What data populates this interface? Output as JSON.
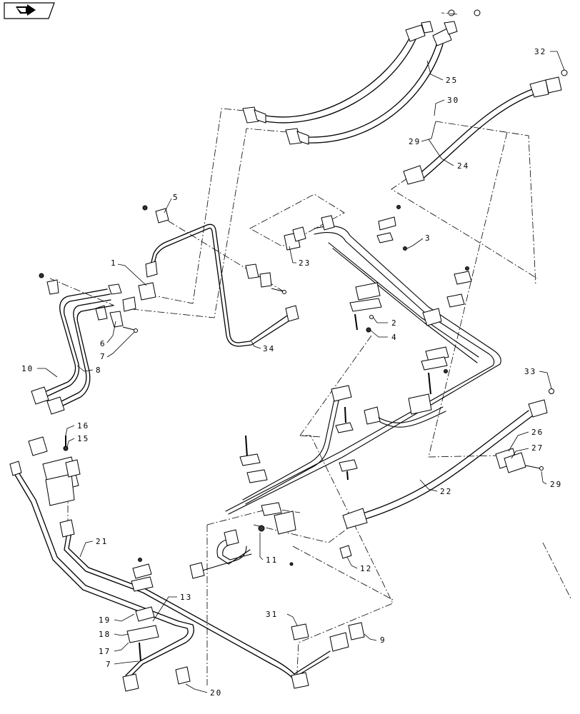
{
  "nav": {
    "icon": "next-page-arrow-icon"
  },
  "callouts": [
    {
      "key": "c1",
      "label": "1"
    },
    {
      "key": "c2",
      "label": "2"
    },
    {
      "key": "c3",
      "label": "3"
    },
    {
      "key": "c4",
      "label": "4"
    },
    {
      "key": "c5",
      "label": "5"
    },
    {
      "key": "c6",
      "label": "6"
    },
    {
      "key": "c7a",
      "label": "7"
    },
    {
      "key": "c7b",
      "label": "7"
    },
    {
      "key": "c8",
      "label": "8"
    },
    {
      "key": "c9",
      "label": "9"
    },
    {
      "key": "c10",
      "label": "10"
    },
    {
      "key": "c11",
      "label": "11"
    },
    {
      "key": "c12",
      "label": "12"
    },
    {
      "key": "c13",
      "label": "13"
    },
    {
      "key": "c15",
      "label": "15"
    },
    {
      "key": "c16",
      "label": "16"
    },
    {
      "key": "c17",
      "label": "17"
    },
    {
      "key": "c18",
      "label": "18"
    },
    {
      "key": "c19",
      "label": "19"
    },
    {
      "key": "c20",
      "label": "20"
    },
    {
      "key": "c21",
      "label": "21"
    },
    {
      "key": "c22",
      "label": "22"
    },
    {
      "key": "c23",
      "label": "23"
    },
    {
      "key": "c24",
      "label": "24"
    },
    {
      "key": "c25",
      "label": "25"
    },
    {
      "key": "c26",
      "label": "26"
    },
    {
      "key": "c27",
      "label": "27"
    },
    {
      "key": "c29a",
      "label": "29"
    },
    {
      "key": "c29b",
      "label": "29"
    },
    {
      "key": "c30",
      "label": "30"
    },
    {
      "key": "c31",
      "label": "31"
    },
    {
      "key": "c32",
      "label": "32"
    },
    {
      "key": "c33",
      "label": "33"
    },
    {
      "key": "c34",
      "label": "34"
    }
  ]
}
